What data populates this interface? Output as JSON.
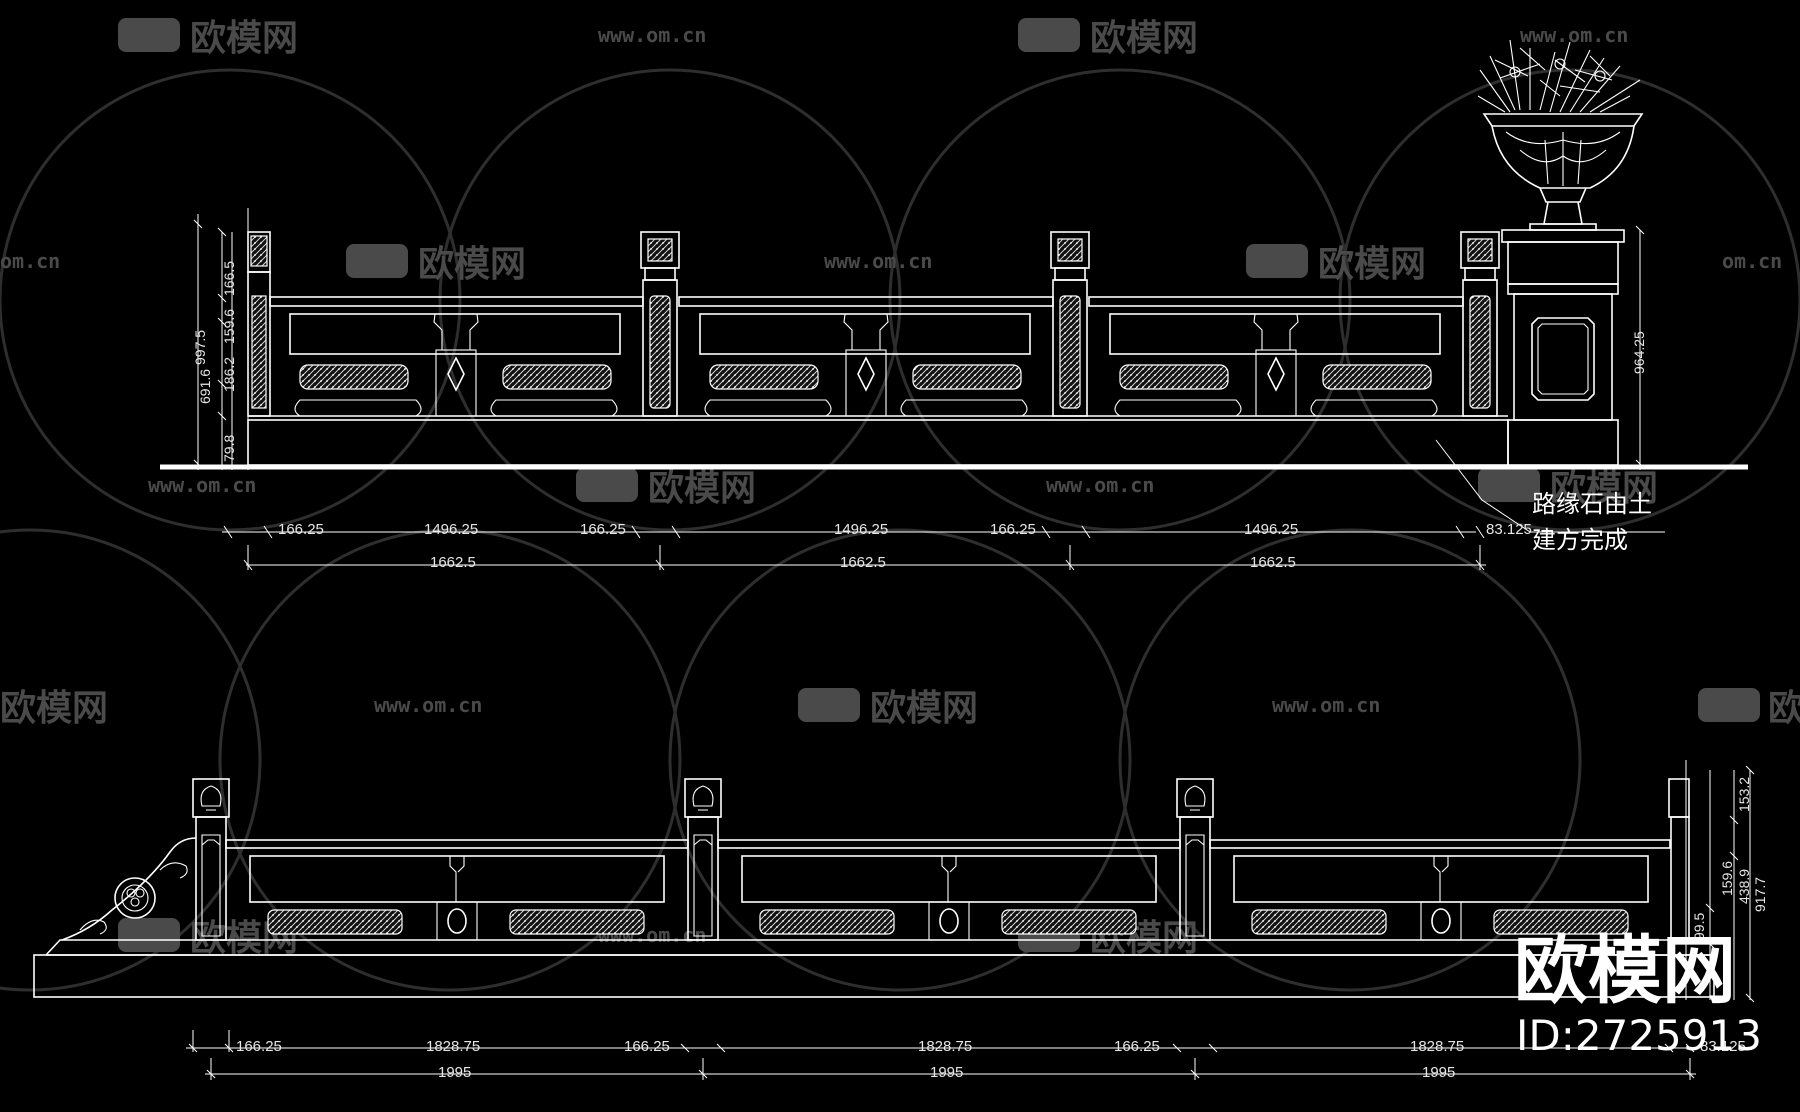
{
  "watermark": {
    "brand_text": "欧模网",
    "url_text": "www.om.cn",
    "url_fragment": "om.cn",
    "brand_fragment": "欧模网"
  },
  "branding": {
    "logo_text": "欧模网",
    "id_text": "ID:2725913"
  },
  "upper_elevation": {
    "note_line1": "路缘石由土",
    "note_line2": "建方完成",
    "horizontal_dims_row1": [
      "166.25",
      "1496.25",
      "166.25",
      "1496.25",
      "166.25",
      "1496.25",
      "83.125"
    ],
    "horizontal_dims_row2": [
      "1662.5",
      "1662.5",
      "1662.5"
    ],
    "vertical_dims_left": [
      "997.5",
      "691.6",
      "166.5",
      "159.6",
      "186.2",
      "79.8"
    ],
    "vertical_dim_right": "964.25"
  },
  "lower_elevation": {
    "horizontal_dims_row1": [
      "166.25",
      "1828.75",
      "166.25",
      "1828.75",
      "166.25",
      "1828.75",
      "83.125"
    ],
    "horizontal_dims_row2": [
      "1995",
      "1995",
      "1995"
    ],
    "vertical_dims_right": [
      "153.2",
      "917.7",
      "438.9",
      "159.6",
      "99.5"
    ]
  }
}
